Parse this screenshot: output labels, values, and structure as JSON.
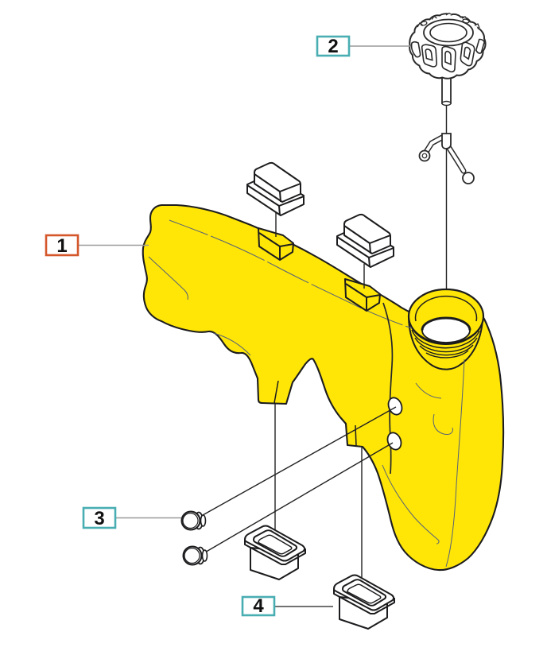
{
  "callouts": [
    {
      "label": "1",
      "part": "fuel-tank",
      "accent": "#d4562b"
    },
    {
      "label": "2",
      "part": "fuel-cap",
      "accent": "#49aeb2"
    },
    {
      "label": "3",
      "part": "screw",
      "accent": "#49aeb2"
    },
    {
      "label": "4",
      "part": "grommet",
      "accent": "#49aeb2"
    }
  ],
  "colors": {
    "tank_fill": "#ffe606",
    "outline": "#1c1c1e",
    "leader_line": "#9a9a9a",
    "background": "#ffffff"
  }
}
